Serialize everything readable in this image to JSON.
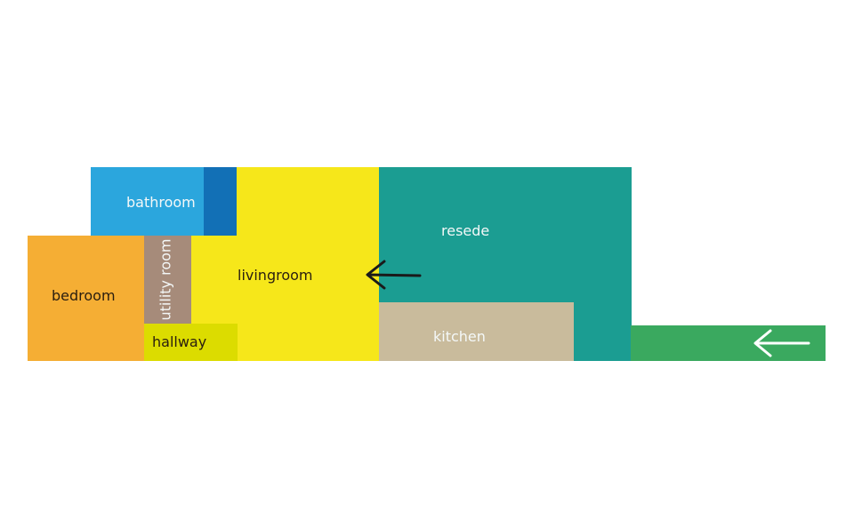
{
  "plan": {
    "rooms": {
      "bathroom": {
        "label": "bathroom",
        "color": "#2ba6dd",
        "accent_color": "#1270b6"
      },
      "bedroom": {
        "label": "bedroom",
        "color": "#f5ae34"
      },
      "utility_room": {
        "label": "utility room",
        "color": "#a68b7a"
      },
      "hallway": {
        "label": "hallway",
        "color": "#dcdc00"
      },
      "livingroom": {
        "label": "livingroom",
        "color": "#f6e71a"
      },
      "resede": {
        "label": "resede",
        "color": "#1b9d92"
      },
      "kitchen": {
        "label": "kitchen",
        "color": "#c9bb9c"
      },
      "entrance_path": {
        "label": "",
        "color": "#3aa95f"
      }
    },
    "arrows": [
      {
        "name": "resede-to-livingroom-arrow",
        "direction": "left",
        "color": "#1a1a1a"
      },
      {
        "name": "entrance-arrow",
        "direction": "left",
        "color": "#ffffff"
      }
    ]
  }
}
